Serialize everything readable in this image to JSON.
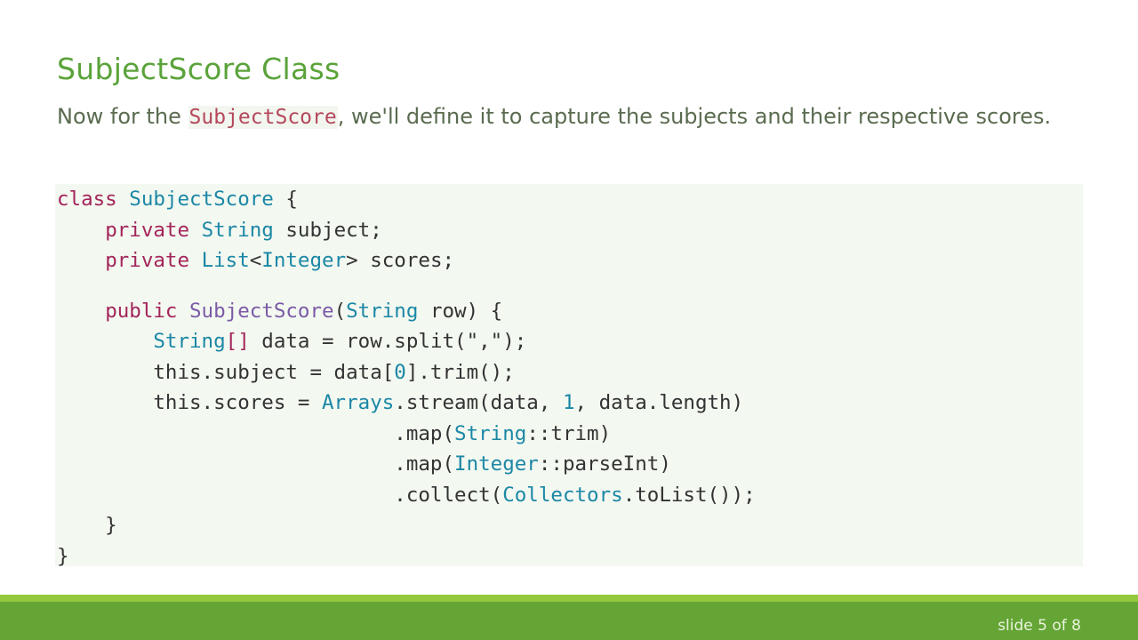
{
  "slide": {
    "title": "SubjectScore Class",
    "description": {
      "before": "Now for the ",
      "inline_code": "SubjectScore",
      "after": ", we'll define it to capture the subjects and their respective scores."
    },
    "code": {
      "language": "java",
      "lines": [
        "class SubjectScore {",
        "    private String subject;",
        "    private List<Integer> scores;",
        "",
        "    public SubjectScore(String row) {",
        "        String[] data = row.split(\",\");",
        "        this.subject = data[0].trim();",
        "        this.scores = Arrays.stream(data, 1, data.length)",
        "                            .map(String::trim)",
        "                            .map(Integer::parseInt)",
        "                            .collect(Collectors.toList());",
        "    }",
        "}"
      ],
      "tokens": {
        "l1": [
          "class",
          " ",
          "SubjectScore",
          " {"
        ],
        "l2": [
          "    ",
          "private",
          " ",
          "String",
          " subject;"
        ],
        "l3": [
          "    ",
          "private",
          " ",
          "List",
          "<",
          "Integer",
          "> scores;"
        ],
        "l5": [
          "    ",
          "public",
          " ",
          "SubjectScore",
          "(",
          "String",
          " row) {"
        ],
        "l6": [
          "        ",
          "String",
          "[]",
          " data = row.split(\",\");"
        ],
        "l7": [
          "        this.subject = data[",
          "0",
          "].trim();"
        ],
        "l8": [
          "        this.scores = ",
          "Arrays",
          ".stream(data, ",
          "1",
          ", data.length)"
        ],
        "l9": [
          "                            .map(",
          "String",
          "::trim)"
        ],
        "l10": [
          "                            .map(",
          "Integer",
          "::parseInt)"
        ],
        "l11": [
          "                            .collect(",
          "Collectors",
          ".toList());"
        ],
        "l12": [
          "    }"
        ],
        "l13": [
          "}"
        ]
      }
    },
    "footer": {
      "slide_indicator": "slide 5 of 8"
    }
  },
  "colors": {
    "title": "#5aa33a",
    "body_text": "#5a6b4f",
    "inline_code": "#b5475b",
    "code_bg": "#f3f8f0",
    "keyword": "#a3255a",
    "type": "#1b87a6",
    "constructor": "#7b5aa6",
    "footer_light": "#94c83d",
    "footer_dark": "#64a535"
  }
}
